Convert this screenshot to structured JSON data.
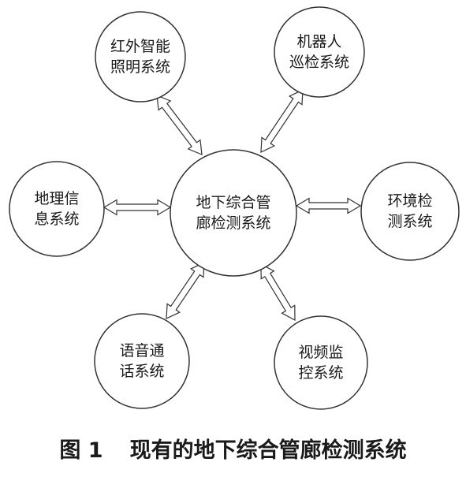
{
  "center": {
    "lines": [
      "地下综合管",
      "廊检测系统"
    ]
  },
  "nodes": [
    {
      "id": "infrared-lighting",
      "lines": [
        "红外智能",
        "照明系统"
      ]
    },
    {
      "id": "robot-patrol",
      "lines": [
        "机器人",
        "巡检系统"
      ]
    },
    {
      "id": "geo-info",
      "lines": [
        "地理信",
        "息系统"
      ]
    },
    {
      "id": "env-monitor",
      "lines": [
        "环境检",
        "测系统"
      ]
    },
    {
      "id": "voice-comm",
      "lines": [
        "语音通",
        "话系统"
      ]
    },
    {
      "id": "video-surveillance",
      "lines": [
        "视频监",
        "控系统"
      ]
    }
  ],
  "caption": {
    "number": "图 1",
    "title": "现有的地下综合管廊检测系统"
  }
}
